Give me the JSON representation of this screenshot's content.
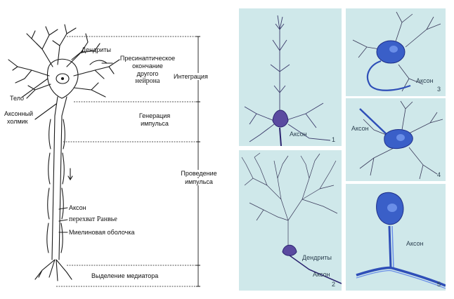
{
  "left_diagram": {
    "labels": {
      "dendrites": "Дендриты",
      "presynaptic_1": "Пресинаптическое",
      "presynaptic_2": "окончание",
      "presynaptic_3": "другого",
      "presynaptic_4": "нейрона",
      "body": "Тело",
      "hillock_1": "Аксонный",
      "hillock_2": "холмик",
      "axon": "Аксон",
      "ranvier": "перехват Ранвье",
      "myelin": "Миелиновая оболочка"
    },
    "zones": {
      "integration": "Интеграция",
      "generation_1": "Генерация",
      "generation_2": "импульса",
      "conduction_1": "Проведение",
      "conduction_2": "импульса",
      "mediator": "Выделение медиатора"
    }
  },
  "panels": [
    {
      "number": "1",
      "label": "Аксон"
    },
    {
      "number": "2",
      "label_dendrites": "Дендриты",
      "label_axon": "Аксон"
    },
    {
      "number": "3",
      "label": "Аксон"
    },
    {
      "number": "4",
      "label": "Аксон"
    },
    {
      "number": "5",
      "label": "Аксон"
    }
  ],
  "colors": {
    "panel_bg": "#cfe8ea",
    "neuron_purple": "#4a3a8f",
    "neuron_blue": "#2f4fb8",
    "line": "#1a1a1a"
  }
}
